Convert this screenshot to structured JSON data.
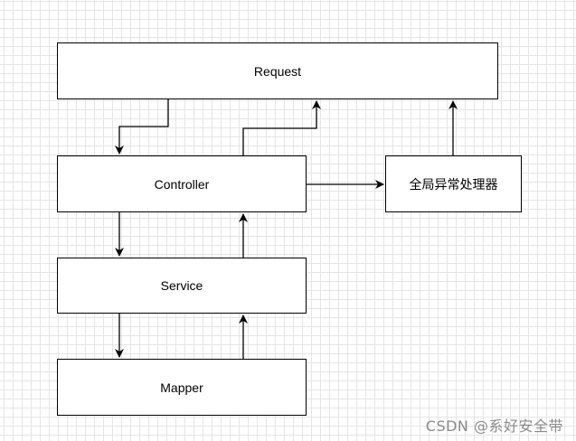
{
  "diagram": {
    "nodes": {
      "request": "Request",
      "controller": "Controller",
      "global_exception_handler": "全局异常处理器",
      "service": "Service",
      "mapper": "Mapper"
    },
    "edges": [
      {
        "from": "request",
        "to": "controller"
      },
      {
        "from": "controller",
        "to": "request"
      },
      {
        "from": "controller",
        "to": "global_exception_handler"
      },
      {
        "from": "global_exception_handler",
        "to": "request"
      },
      {
        "from": "controller",
        "to": "service"
      },
      {
        "from": "service",
        "to": "controller"
      },
      {
        "from": "service",
        "to": "mapper"
      },
      {
        "from": "mapper",
        "to": "service"
      }
    ]
  },
  "watermark": "CSDN @系好安全带",
  "colors": {
    "stroke": "#000000",
    "grid": "#e5e5e5",
    "watermark": "#8a8a8a"
  }
}
